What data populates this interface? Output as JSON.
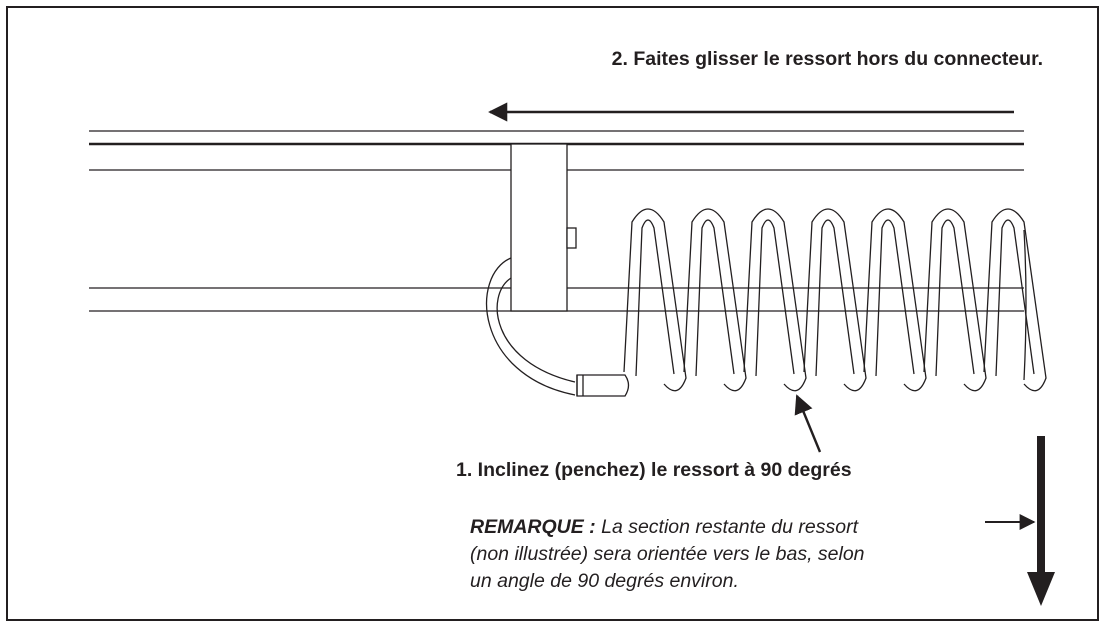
{
  "steps": {
    "step2": "2. Faites glisser le ressort hors du connecteur.",
    "step1": "1. Inclinez (penchez) le ressort à 90 degrés"
  },
  "note": {
    "title": "REMARQUE :",
    "line1": "La section restante du ressort",
    "line2": "(non illustrée) sera orientée vers le bas, selon",
    "line3": "un angle de 90 degrés environ."
  },
  "colors": {
    "ink": "#231f20",
    "paper": "#ffffff"
  }
}
